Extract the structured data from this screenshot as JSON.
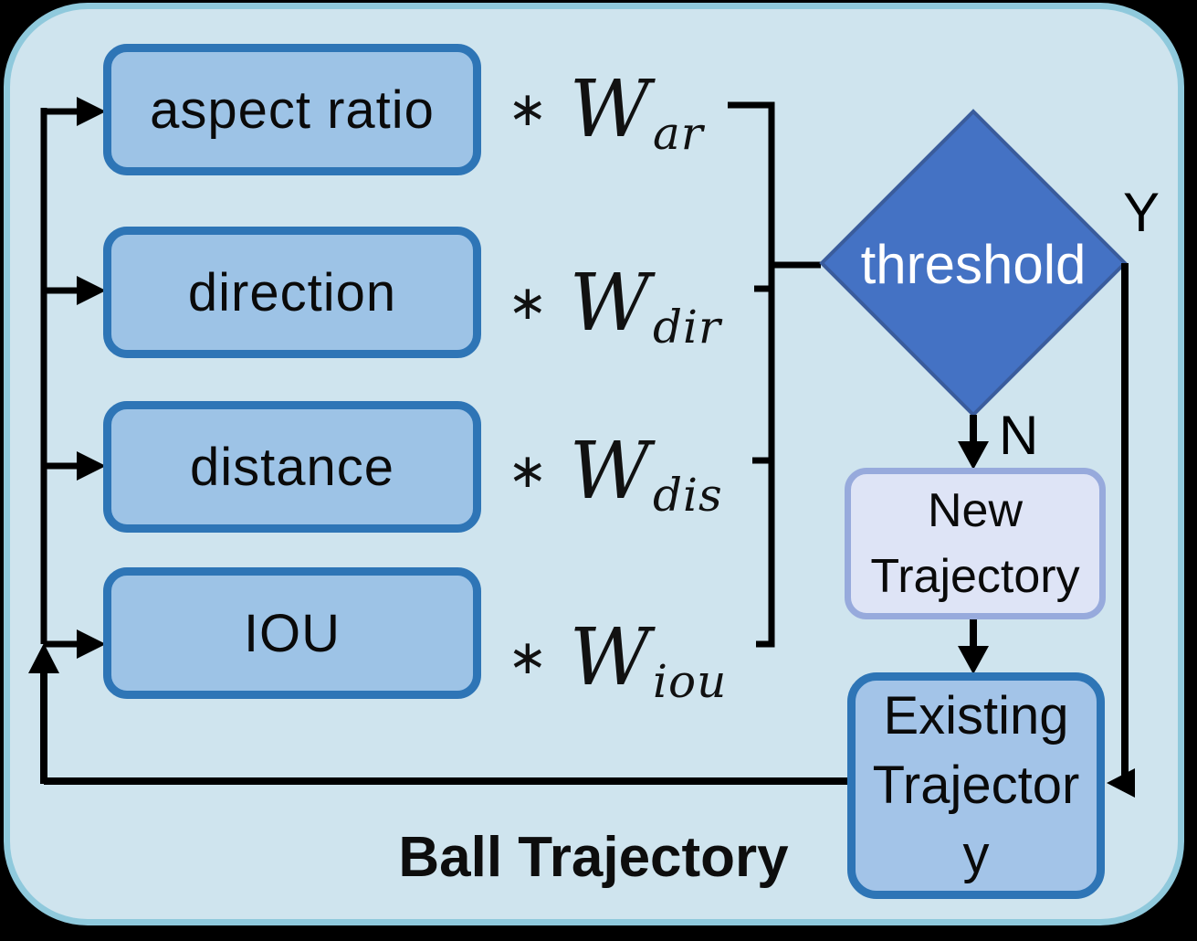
{
  "diagram": {
    "title": "Ball Trajectory",
    "panel_fill": "#cfe4ee",
    "panel_border": "#8fc9dc",
    "outer_background": "#000000",
    "line_color": "#000000"
  },
  "features": [
    {
      "label": "aspect ratio",
      "weight_subscript": "ar"
    },
    {
      "label": "direction",
      "weight_subscript": "dir"
    },
    {
      "label": "distance",
      "weight_subscript": "dis"
    },
    {
      "label": "IOU",
      "weight_subscript": "iou"
    }
  ],
  "feature_box": {
    "fill": "#9dc3e6",
    "border": "#2e75b6"
  },
  "weight": {
    "operator": "∗",
    "symbol": "W"
  },
  "decision": {
    "label": "threshold",
    "fill": "#4472c4",
    "border": "#3a5c9c",
    "yes_label": "Y",
    "no_label": "N"
  },
  "nodes": {
    "new_trajectory": {
      "label": "New Trajectory",
      "lines": [
        "New",
        "Trajectory"
      ],
      "fill": "#dee4f6",
      "border": "#97aadc"
    },
    "existing_trajectory": {
      "label": "Existing Trajectory",
      "lines": [
        "Existing",
        "Trajector",
        "y"
      ],
      "fill": "#a3c4e8",
      "border": "#2e75b6"
    }
  }
}
